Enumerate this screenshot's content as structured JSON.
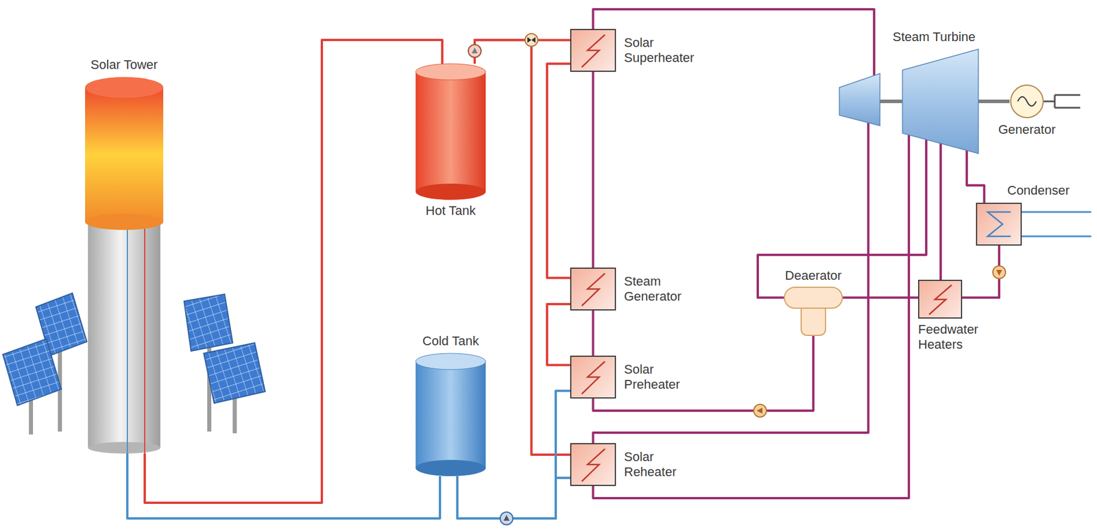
{
  "diagram": {
    "nodes": [
      {
        "text": [
          "Solar Tower"
        ]
      },
      {
        "text": [
          "Hot Tank"
        ]
      },
      {
        "text": [
          "Cold Tank"
        ]
      },
      {
        "text": [
          "Solar Superheater"
        ]
      },
      {
        "text": [
          "Steam Generator"
        ]
      },
      {
        "text": [
          "Solar Preheater"
        ]
      },
      {
        "text": [
          "Solar Reheater"
        ]
      },
      {
        "text": [
          "Steam Turbine"
        ]
      },
      {
        "text": [
          "Generator"
        ]
      },
      {
        "text": [
          "Condenser"
        ]
      },
      {
        "text": [
          "Deaerator"
        ]
      },
      {
        "text": [
          "Feedwater Heaters"
        ]
      }
    ],
    "edges": [
      {
        "from": 0,
        "to": 1,
        "arrow": "none"
      },
      {
        "from": 2,
        "to": 0,
        "arrow": "none"
      },
      {
        "from": 1,
        "to": 3,
        "arrow": "none"
      },
      {
        "from": 1,
        "to": 6,
        "arrow": "none"
      },
      {
        "from": 3,
        "to": 4,
        "arrow": "none"
      },
      {
        "from": 4,
        "to": 5,
        "arrow": "none"
      },
      {
        "from": 5,
        "to": 2,
        "arrow": "none"
      },
      {
        "from": 6,
        "to": 2,
        "arrow": "none"
      },
      {
        "from": 10,
        "to": 5,
        "arrow": "none"
      },
      {
        "from": 5,
        "to": 4,
        "arrow": "none"
      },
      {
        "from": 4,
        "to": 3,
        "arrow": "none"
      },
      {
        "from": 3,
        "to": 7,
        "arrow": "none"
      },
      {
        "from": 7,
        "to": 6,
        "arrow": "none"
      },
      {
        "from": 6,
        "to": 7,
        "arrow": "none"
      },
      {
        "from": 7,
        "to": 10,
        "arrow": "none"
      },
      {
        "from": 7,
        "to": 11,
        "arrow": "none"
      },
      {
        "from": 7,
        "to": 9,
        "arrow": "none"
      },
      {
        "from": 9,
        "to": 11,
        "arrow": "none"
      },
      {
        "from": 11,
        "to": 10,
        "arrow": "none"
      },
      {
        "from": 7,
        "to": 8,
        "arrow": "none"
      }
    ]
  }
}
